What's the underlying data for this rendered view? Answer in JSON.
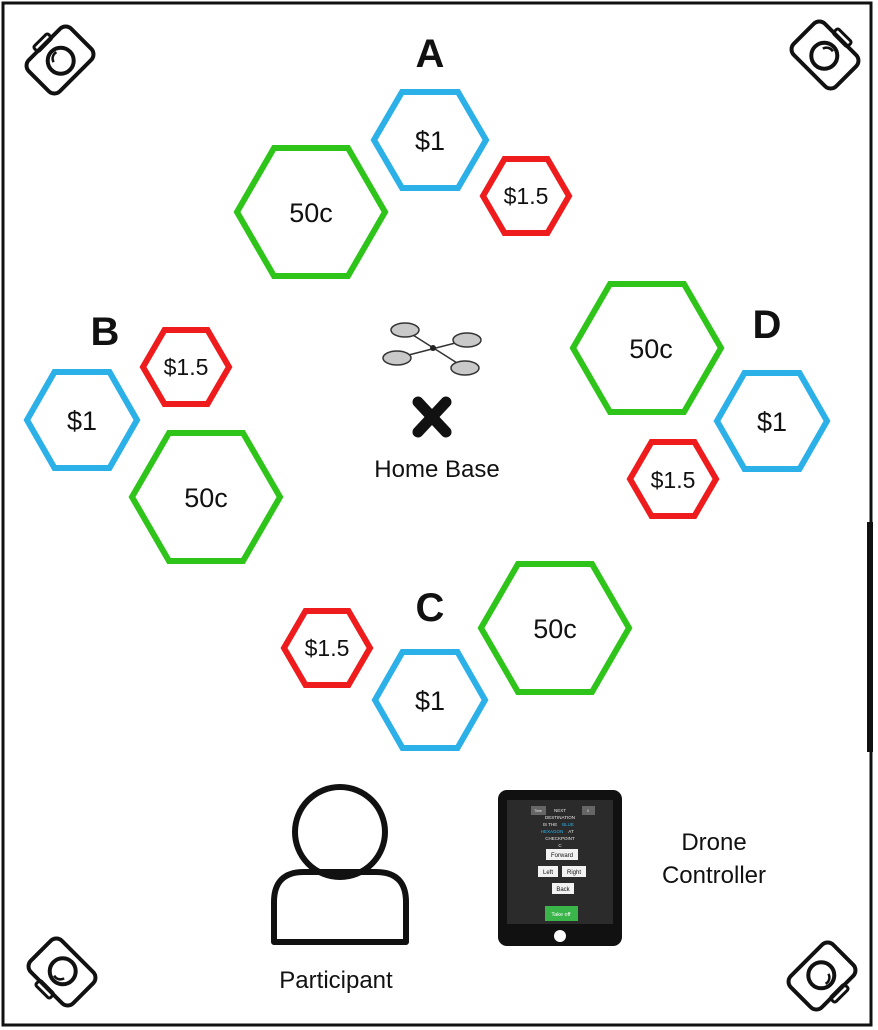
{
  "colors": {
    "blue": "#2bb0e8",
    "red": "#ee1c1c",
    "green": "#2ec41a",
    "ink": "#111111"
  },
  "checkpoints": [
    {
      "id": "A",
      "letter": "A",
      "hexes": [
        {
          "label": "$1",
          "color": "blue"
        },
        {
          "label": "50c",
          "color": "green"
        },
        {
          "label": "$1.5",
          "color": "red"
        }
      ]
    },
    {
      "id": "B",
      "letter": "B",
      "hexes": [
        {
          "label": "$1.5",
          "color": "red"
        },
        {
          "label": "$1",
          "color": "blue"
        },
        {
          "label": "50c",
          "color": "green"
        }
      ]
    },
    {
      "id": "D",
      "letter": "D",
      "hexes": [
        {
          "label": "50c",
          "color": "green"
        },
        {
          "label": "$1",
          "color": "blue"
        },
        {
          "label": "$1.5",
          "color": "red"
        }
      ]
    },
    {
      "id": "C",
      "letter": "C",
      "hexes": [
        {
          "label": "$1.5",
          "color": "red"
        },
        {
          "label": "$1",
          "color": "blue"
        },
        {
          "label": "50c",
          "color": "green"
        }
      ]
    }
  ],
  "home_base": {
    "label": "Home Base",
    "marker_icon": "x-mark-icon",
    "drone_icon": "drone-icon"
  },
  "participant": {
    "label": "Participant",
    "icon": "person-icon"
  },
  "controller": {
    "label_line1": "Drone",
    "label_line2": "Controller",
    "icon": "tablet-icon",
    "screen": {
      "top_left": "Time",
      "top_left_sub": "00:00",
      "top_right": "0",
      "top_right_sub": "$0",
      "message_line1": "NEXT",
      "message_line2": "DESTINATION",
      "message_line3_a": "IS THE",
      "message_line3_b": "BLUE",
      "message_line4_a": "HEXAGON",
      "message_line4_b": "AT",
      "message_line5": "CHECKPOINT",
      "message_line6": "C",
      "forward": "Forward",
      "left": "Left",
      "right": "Right",
      "back": "Back",
      "takeoff": "Take off"
    }
  },
  "corner_cameras": [
    "camera-icon",
    "camera-icon",
    "camera-icon",
    "camera-icon"
  ]
}
